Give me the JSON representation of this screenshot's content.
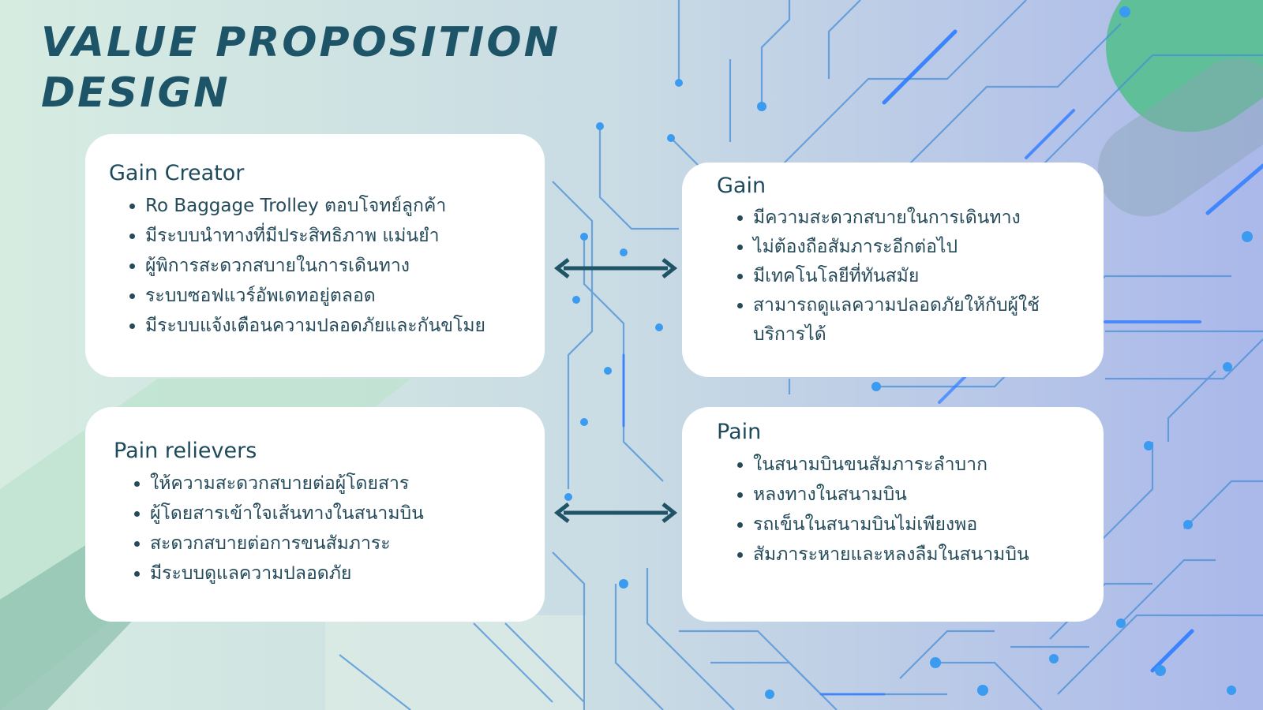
{
  "title": {
    "line1": "VALUE PROPOSITION",
    "line2": "DESIGN"
  },
  "gain_creator": {
    "heading": "Gain Creator",
    "items": [
      "Ro Baggage Trolley ตอบโจทย์ลูกค้า",
      "มีระบบนำทางที่มีประสิทธิภาพ แม่นยำ",
      "ผู้พิการสะดวกสบายในการเดินทาง",
      "ระบบซอฟแวร์อัพเดทอยู่ตลอด",
      "มีระบบแจ้งเตือนความปลอดภัยและกันขโมย"
    ]
  },
  "gain": {
    "heading": "Gain",
    "items": [
      "มีความสะดวกสบายในการเดินทาง",
      "ไม่ต้องถือสัมภาระอีกต่อไป",
      "มีเทคโนโลยีที่ทันสมัย",
      "สามารถดูแลความปลอดภัยให้กับผู้ใช้บริการได้"
    ]
  },
  "pain_relievers": {
    "heading": "Pain relievers",
    "items": [
      "ให้ความสะดวกสบายต่อผู้โดยสาร",
      "ผู้โดยสารเข้าใจเส้นทางในสนามบิน",
      "สะดวกสบายต่อการขนสัมภาระ",
      "มีระบบดูแลความปลอดภัย"
    ]
  },
  "pain": {
    "heading": "Pain",
    "items": [
      "ในสนามบินขนสัมภาระลำบาก",
      "หลงทางในสนามบิน",
      "รถเข็นในสนามบินไม่เพียงพอ",
      "สัมภาระหายและหลงลืมในสนามบิน"
    ]
  },
  "colors": {
    "title": "#1d5468",
    "arrow": "#1f5366",
    "accent_green": "#5fbf98",
    "circuit": "#4a8fd8",
    "card_bg": "#ffffff"
  }
}
